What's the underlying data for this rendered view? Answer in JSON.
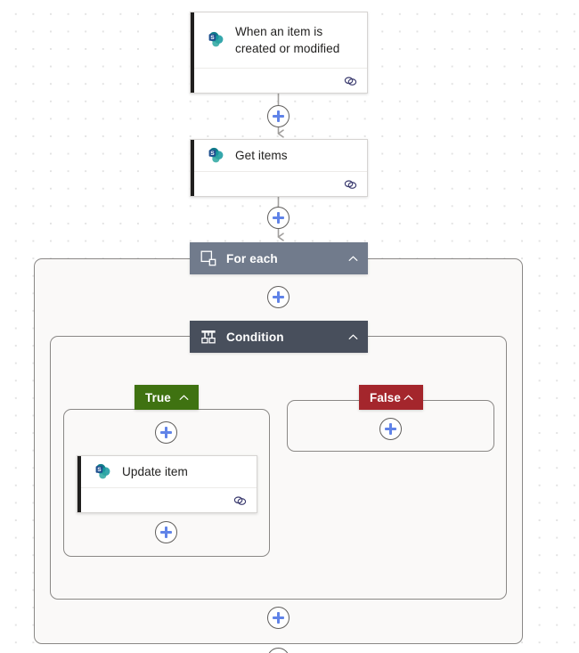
{
  "canvas": {
    "background_color": "#ffffff",
    "dot_color": "#e3e3e3",
    "scope_fill": "#faf9f8",
    "scope_border": "#8a8886",
    "connector_color": "#a19f9d"
  },
  "flow": {
    "trigger": {
      "title": "When an item is created or modified",
      "connector": "sharepoint-icon",
      "accent_color": "#201f1e",
      "footer_icon": "link-icon"
    },
    "actions": [
      {
        "title": "Get items",
        "connector": "sharepoint-icon",
        "accent_color": "#201f1e",
        "footer_icon": "link-icon"
      },
      {
        "title": "Update item",
        "connector": "sharepoint-icon",
        "accent_color": "#201f1e",
        "footer_icon": "link-icon"
      }
    ],
    "controls": {
      "foreach": {
        "title": "For each",
        "icon": "loop-icon",
        "color": "#717b8c",
        "collapse_icon": "chevron-up-icon"
      },
      "condition": {
        "title": "Condition",
        "icon": "condition-branch-icon",
        "color": "#484f5c",
        "collapse_icon": "chevron-up-icon"
      }
    },
    "branches": [
      {
        "label": "True",
        "color": "#3f7211",
        "collapse_icon": "chevron-up-icon"
      },
      {
        "label": "False",
        "color": "#a4262c",
        "collapse_icon": "chevron-up-icon"
      }
    ],
    "add_buttons": {
      "label": "",
      "icon": "plus-icon",
      "accent_color": "#6083e8",
      "count": 8
    }
  }
}
